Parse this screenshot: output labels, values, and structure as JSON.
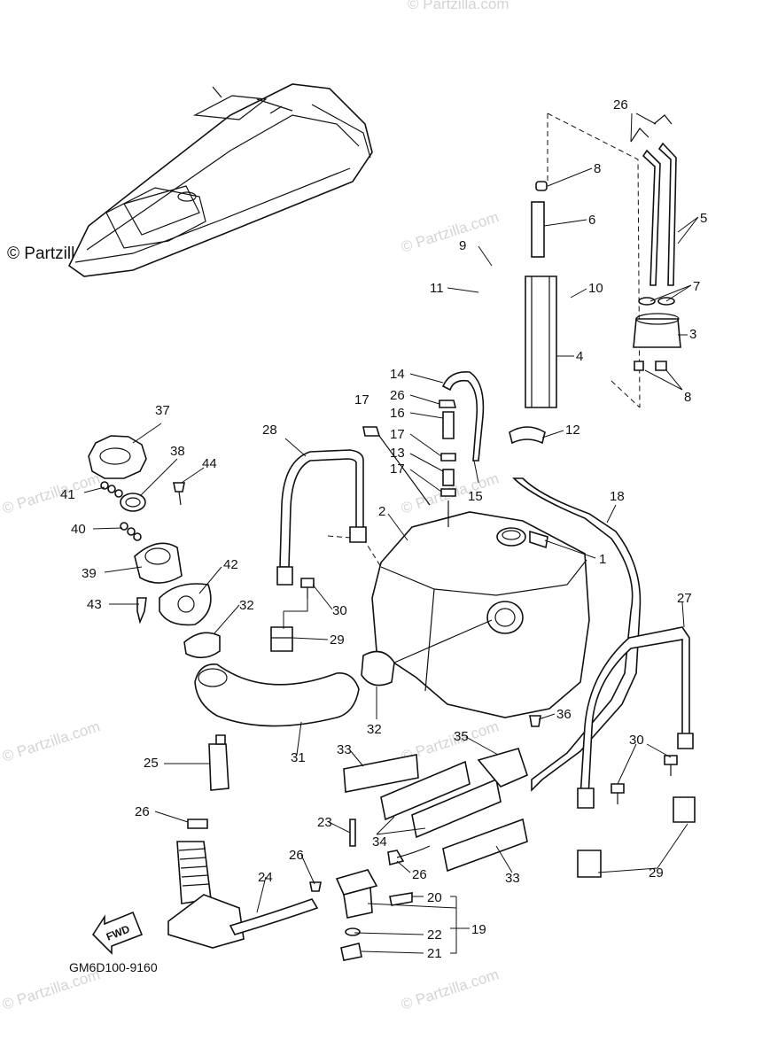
{
  "copyright": "© Partzilla.com",
  "watermark_text": "© Partzilla.com",
  "diagram_code": "GM6D100-9160",
  "fwd_label": "FWD",
  "callouts": [
    {
      "id": "26a",
      "text": "26"
    },
    {
      "id": "8a",
      "text": "8"
    },
    {
      "id": "6",
      "text": "6"
    },
    {
      "id": "5",
      "text": "5"
    },
    {
      "id": "9",
      "text": "9"
    },
    {
      "id": "7",
      "text": "7"
    },
    {
      "id": "11",
      "text": "11"
    },
    {
      "id": "10",
      "text": "10"
    },
    {
      "id": "3",
      "text": "3"
    },
    {
      "id": "4",
      "text": "4"
    },
    {
      "id": "8b",
      "text": "8"
    },
    {
      "id": "14",
      "text": "14"
    },
    {
      "id": "26b",
      "text": "26"
    },
    {
      "id": "17a",
      "text": "17"
    },
    {
      "id": "16",
      "text": "16"
    },
    {
      "id": "12",
      "text": "12"
    },
    {
      "id": "37",
      "text": "37"
    },
    {
      "id": "28",
      "text": "28"
    },
    {
      "id": "17b",
      "text": "17"
    },
    {
      "id": "13",
      "text": "13"
    },
    {
      "id": "38",
      "text": "38"
    },
    {
      "id": "44",
      "text": "44"
    },
    {
      "id": "17c",
      "text": "17"
    },
    {
      "id": "15",
      "text": "15"
    },
    {
      "id": "18",
      "text": "18"
    },
    {
      "id": "41",
      "text": "41"
    },
    {
      "id": "2",
      "text": "2"
    },
    {
      "id": "40",
      "text": "40"
    },
    {
      "id": "1",
      "text": "1"
    },
    {
      "id": "42",
      "text": "42"
    },
    {
      "id": "39",
      "text": "39"
    },
    {
      "id": "27",
      "text": "27"
    },
    {
      "id": "43",
      "text": "43"
    },
    {
      "id": "32a",
      "text": "32"
    },
    {
      "id": "30a",
      "text": "30"
    },
    {
      "id": "29a",
      "text": "29"
    },
    {
      "id": "36",
      "text": "36"
    },
    {
      "id": "32b",
      "text": "32"
    },
    {
      "id": "35",
      "text": "35"
    },
    {
      "id": "31",
      "text": "31"
    },
    {
      "id": "33a",
      "text": "33"
    },
    {
      "id": "30b",
      "text": "30"
    },
    {
      "id": "25",
      "text": "25"
    },
    {
      "id": "26c",
      "text": "26"
    },
    {
      "id": "23",
      "text": "23"
    },
    {
      "id": "34",
      "text": "34"
    },
    {
      "id": "26d",
      "text": "26"
    },
    {
      "id": "26e",
      "text": "26"
    },
    {
      "id": "33b",
      "text": "33"
    },
    {
      "id": "29b",
      "text": "29"
    },
    {
      "id": "24",
      "text": "24"
    },
    {
      "id": "20",
      "text": "20"
    },
    {
      "id": "19",
      "text": "19"
    },
    {
      "id": "22",
      "text": "22"
    },
    {
      "id": "21",
      "text": "21"
    }
  ]
}
